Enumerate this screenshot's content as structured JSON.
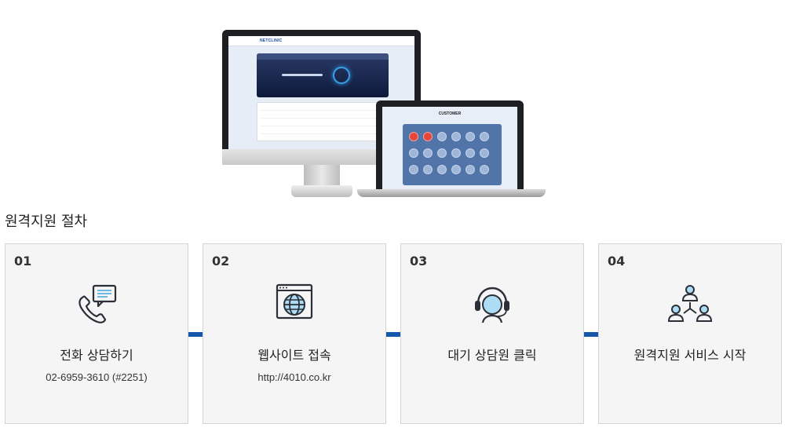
{
  "hero": {
    "monitor_logo": "NETCLINIC",
    "laptop_title": "CUSTOMER"
  },
  "section": {
    "title": "원격지원 절차"
  },
  "steps": [
    {
      "num": "01",
      "label": "전화 상담하기",
      "sub": "02-6959-3610 (#2251)",
      "icon": "phone-chat-icon"
    },
    {
      "num": "02",
      "label": "웹사이트 접속",
      "sub": "http://4010.co.kr",
      "icon": "web-globe-icon"
    },
    {
      "num": "03",
      "label": "대기 상담원 클릭",
      "sub": "",
      "icon": "headset-agent-icon"
    },
    {
      "num": "04",
      "label": "원격지원 서비스 시작",
      "sub": "",
      "icon": "network-users-icon"
    }
  ],
  "colors": {
    "accent": "#1557a8",
    "icon_stroke": "#2b2f38",
    "icon_fill_light": "#aedcf5"
  }
}
